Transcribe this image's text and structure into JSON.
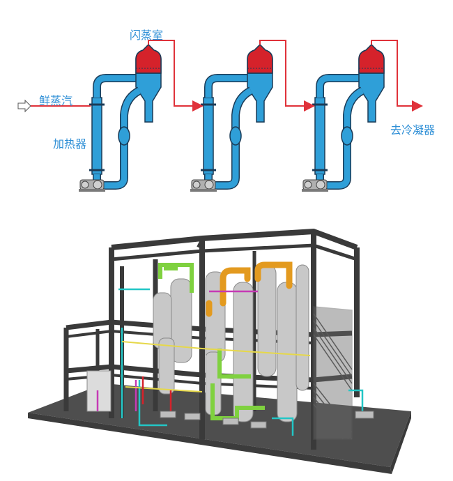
{
  "flow_diagram": {
    "labels": {
      "flash_chamber": "闪蒸室",
      "fresh_steam": "鲜蒸汽",
      "heater": "加热器",
      "to_condenser": "去冷凝器"
    },
    "stage_count": 3,
    "colors": {
      "vessel_blue": "#2f9fd8",
      "vapor_red": "#d5222b",
      "steam_line": "#e0323a",
      "label_blue": "#2f8fd6",
      "pump_gray": "#9a9a9a"
    }
  },
  "plant_model": {
    "colors": {
      "frame": "#3a3a3a",
      "floor": "#505050",
      "vessel": "#c8c8c8",
      "orange_pipe": "#e39a1f",
      "green_pipe": "#7fd13f",
      "cyan_pipe": "#22c6c6",
      "magenta_pipe": "#c63ab5",
      "yellow_pipe": "#e6d84a"
    }
  }
}
